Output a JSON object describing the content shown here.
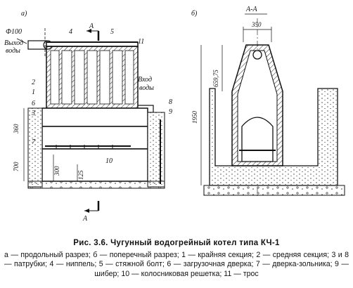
{
  "panels": {
    "a": {
      "label": "а)",
      "section_mark": "А",
      "labels": {
        "dia": "Ф100",
        "out1": "Выход",
        "out2": "воды",
        "in1": "Вход",
        "in2": "воды",
        "d360": "360",
        "d700": "700",
        "d300": "300",
        "d125": "125"
      },
      "numbers": [
        "4",
        "5",
        "11",
        "2",
        "1",
        "6",
        "3",
        "8",
        "9",
        "7",
        "10"
      ]
    },
    "b": {
      "label": "б)",
      "section_title": "А-А",
      "labels": {
        "d350": "350",
        "d1950": "1950",
        "d659": "659,75"
      }
    }
  },
  "caption": {
    "title": "Рис. 3.6. Чугунный водогрейный котел типа КЧ-1",
    "legend": "а — продольный разрез; б — поперечный разрез; 1 — крайняя секция; 2 — средняя секция; 3 и 8 — патрубки; 4 — ниппель; 5 — стяжной болт; 6 — загрузочная дверка; 7 — дверка-зольника; 9 — шибер; 10 — колосниковая решетка; 11 — трос"
  }
}
